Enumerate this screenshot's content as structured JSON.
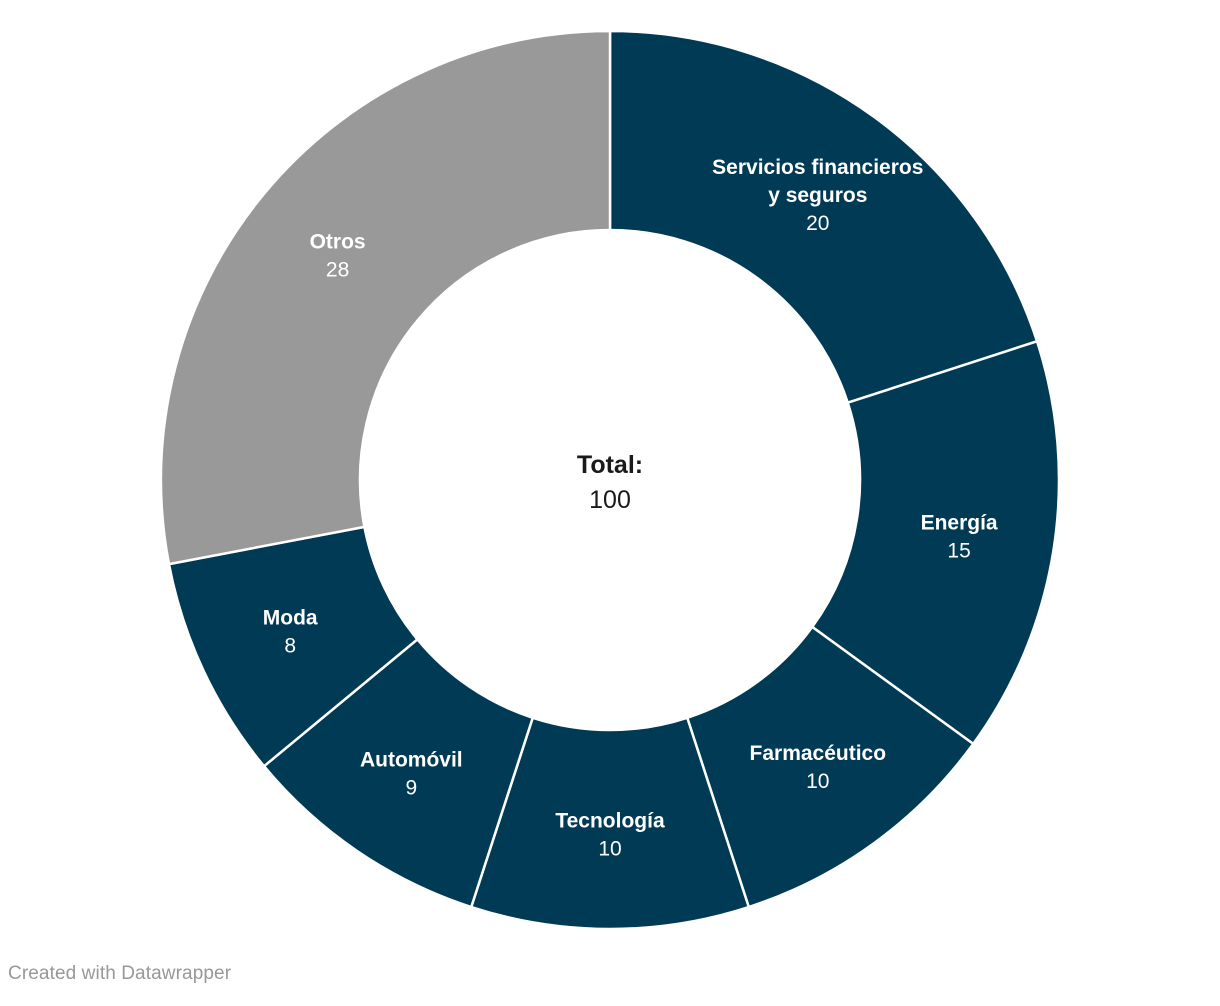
{
  "chart_data": {
    "type": "pie",
    "variant": "donut",
    "title": "",
    "subtitle": "",
    "categories": [
      "Servicios financieros y seguros",
      "Energía",
      "Farmacéutico",
      "Tecnología",
      "Automóvil",
      "Moda",
      "Otros"
    ],
    "values": [
      20,
      15,
      10,
      10,
      9,
      8,
      28
    ],
    "labels": [
      {
        "name": "Servicios financieros y seguros",
        "name_line1": "Servicios financieros",
        "name_line2": "y seguros",
        "value": "20",
        "color": "#003A54"
      },
      {
        "name": "Energía",
        "name_line1": "Energía",
        "name_line2": "",
        "value": "15",
        "color": "#003A54"
      },
      {
        "name": "Farmacéutico",
        "name_line1": "Farmacéutico",
        "name_line2": "",
        "value": "10",
        "color": "#003A54"
      },
      {
        "name": "Tecnología",
        "name_line1": "Tecnología",
        "name_line2": "",
        "value": "10",
        "color": "#003A54"
      },
      {
        "name": "Automóvil",
        "name_line1": "Automóvil",
        "name_line2": "",
        "value": "9",
        "color": "#003A54"
      },
      {
        "name": "Moda",
        "name_line1": "Moda",
        "name_line2": "",
        "value": "8",
        "color": "#003A54"
      },
      {
        "name": "Otros",
        "name_line1": "Otros",
        "name_line2": "",
        "value": "28",
        "color": "#999999"
      }
    ],
    "center": {
      "label": "Total:",
      "value": "100"
    },
    "total": 100,
    "colors": {
      "primary": "#003A54",
      "other": "#999999",
      "background": "#ffffff",
      "label_text": "#ffffff",
      "center_text": "#1a1a1a",
      "separator": "#ffffff"
    },
    "legend": "none",
    "grid": false,
    "start_angle_deg": 0,
    "direction": "clockwise"
  },
  "footer": {
    "credit": "Created with Datawrapper"
  }
}
